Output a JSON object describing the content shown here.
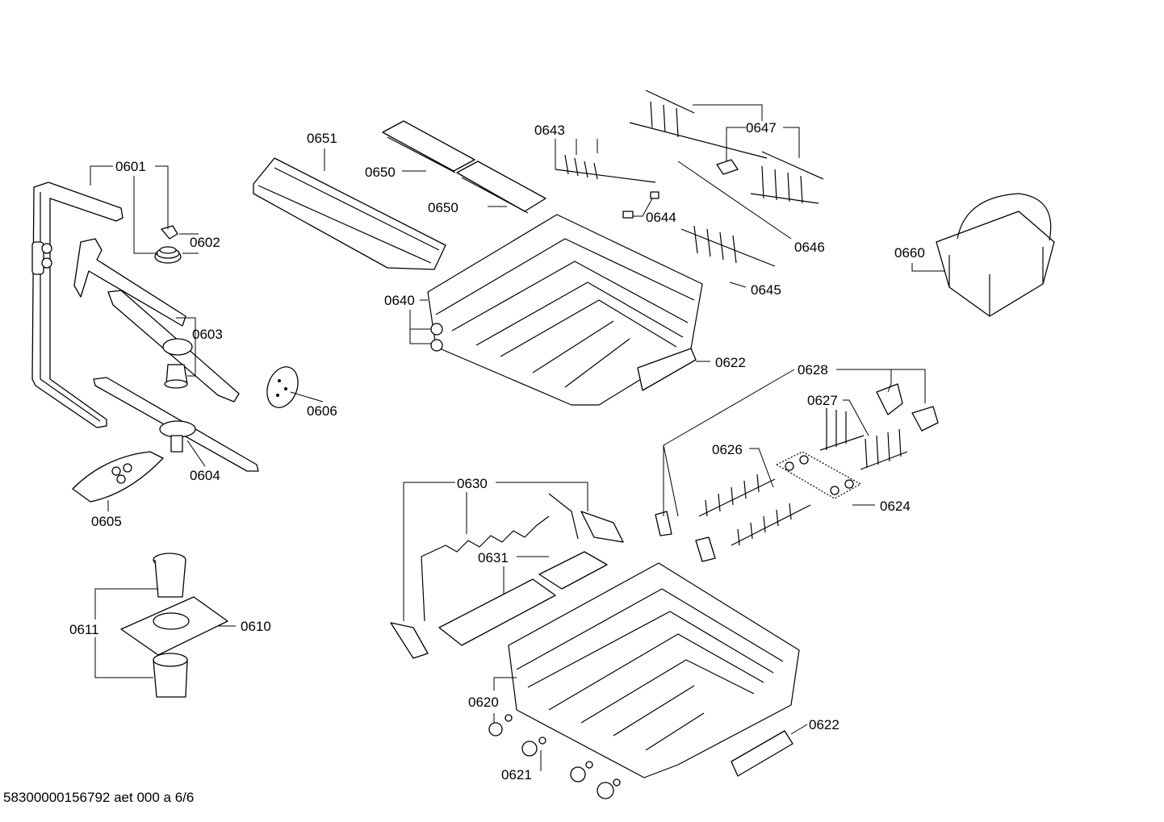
{
  "document_number": "58300000156792 aet 000 a 6/6",
  "parts": [
    {
      "id": "0601",
      "label": "0601"
    },
    {
      "id": "0602",
      "label": "0602"
    },
    {
      "id": "0603",
      "label": "0603"
    },
    {
      "id": "0604",
      "label": "0604"
    },
    {
      "id": "0605",
      "label": "0605"
    },
    {
      "id": "0606",
      "label": "0606"
    },
    {
      "id": "0610",
      "label": "0610"
    },
    {
      "id": "0611",
      "label": "0611"
    },
    {
      "id": "0620",
      "label": "0620"
    },
    {
      "id": "0621",
      "label": "0621"
    },
    {
      "id": "0622a",
      "label": "0622"
    },
    {
      "id": "0622b",
      "label": "0622"
    },
    {
      "id": "0624",
      "label": "0624"
    },
    {
      "id": "0626",
      "label": "0626"
    },
    {
      "id": "0627",
      "label": "0627"
    },
    {
      "id": "0628",
      "label": "0628"
    },
    {
      "id": "0630",
      "label": "0630"
    },
    {
      "id": "0631",
      "label": "0631"
    },
    {
      "id": "0640",
      "label": "0640"
    },
    {
      "id": "0643",
      "label": "0643"
    },
    {
      "id": "0644",
      "label": "0644"
    },
    {
      "id": "0645",
      "label": "0645"
    },
    {
      "id": "0646",
      "label": "0646"
    },
    {
      "id": "0647",
      "label": "0647"
    },
    {
      "id": "0650a",
      "label": "0650"
    },
    {
      "id": "0650b",
      "label": "0650"
    },
    {
      "id": "0651",
      "label": "0651"
    },
    {
      "id": "0660",
      "label": "0660"
    }
  ]
}
